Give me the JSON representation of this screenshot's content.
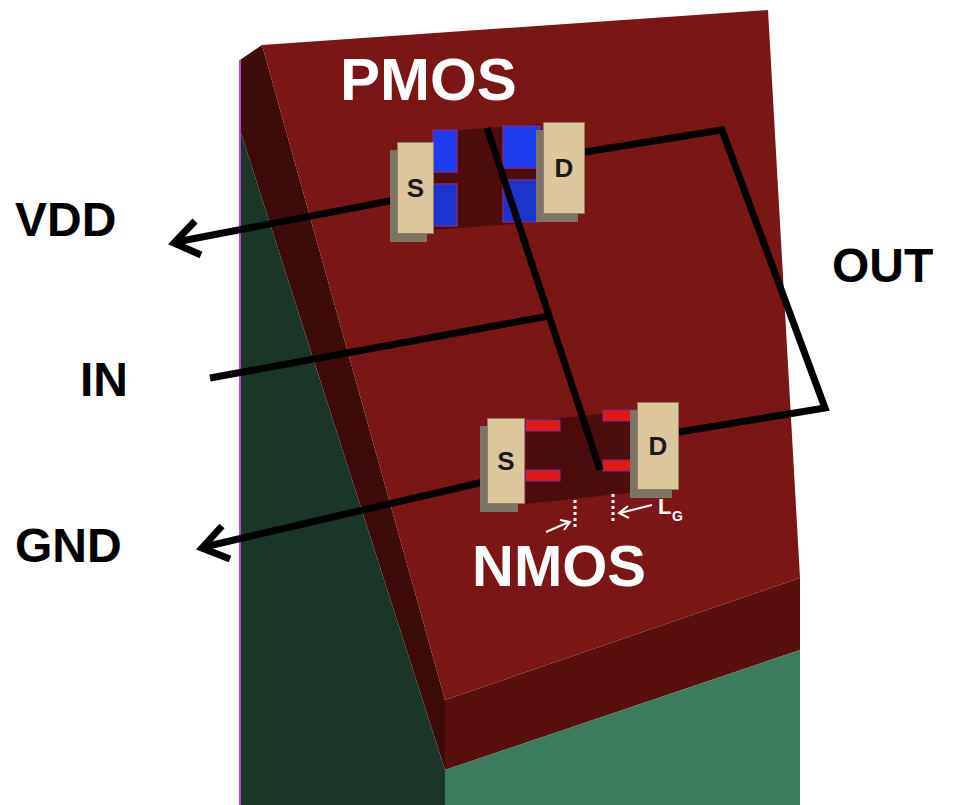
{
  "diagram": {
    "nodes": [
      {
        "text": [
          "S"
        ]
      },
      {
        "text": [
          "D"
        ]
      },
      {
        "text": [
          "S"
        ]
      },
      {
        "text": [
          "D"
        ]
      }
    ],
    "edges": [
      {
        "from": 1,
        "to": 3,
        "arrow": "none",
        "label": "OUT"
      }
    ],
    "labels": [
      "PMOS",
      "VDD",
      "IN",
      "GND",
      "NMOS",
      "L",
      "G"
    ]
  }
}
